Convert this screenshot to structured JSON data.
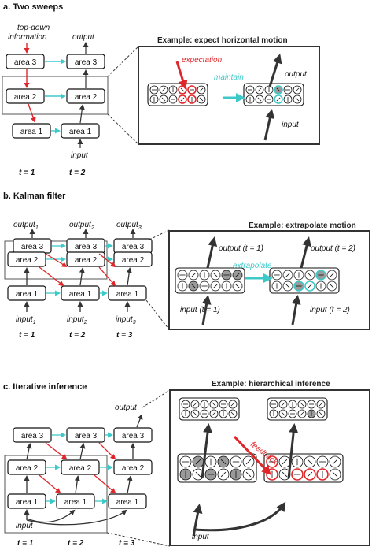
{
  "panels": [
    {
      "title": "a. Two sweeps",
      "example_title": "Example: expect horizontal motion",
      "labels": {
        "top_down": [
          "top-down",
          "information"
        ],
        "output": "output",
        "input": "input",
        "area3": "area 3",
        "area2": "area 2",
        "area1": "area 1",
        "t1": "t = 1",
        "t2": "t = 2",
        "expectation": "expectation",
        "maintain": "maintain",
        "ex_output": "output",
        "ex_input": "input"
      }
    },
    {
      "title": "b. Kalman filter",
      "example_title": "Example: extrapolate motion",
      "labels": {
        "output": "output",
        "input": "input",
        "sub1": "1",
        "sub2": "2",
        "sub3": "3",
        "area3": "area 3",
        "area2": "area 2",
        "area1": "area 1",
        "t1": "t = 1",
        "t2": "t = 2",
        "t3": "t = 3",
        "extrapolate": "extrapolate",
        "out_t1": "output (t = 1)",
        "out_t2": "output (t = 2)",
        "in_t1": "input (t = 1)",
        "in_t2": "input (t = 2)"
      }
    },
    {
      "title": "c. Iterative inference",
      "example_title": "Example: hierarchical inference",
      "labels": {
        "output": "output",
        "input": "input",
        "area3": "area 3",
        "area2": "area 2",
        "area1": "area 1",
        "t1": "t = 1",
        "t2": "t = 2",
        "t3": "t = 3",
        "feedback": "feedback",
        "ex_input": "input"
      }
    }
  ],
  "colors": {
    "feedback_red": "#e0262a",
    "lateral_cyan": "#3ec9c9",
    "arrow_dark": "#333333",
    "unit_gray": "#9a9a9a"
  }
}
